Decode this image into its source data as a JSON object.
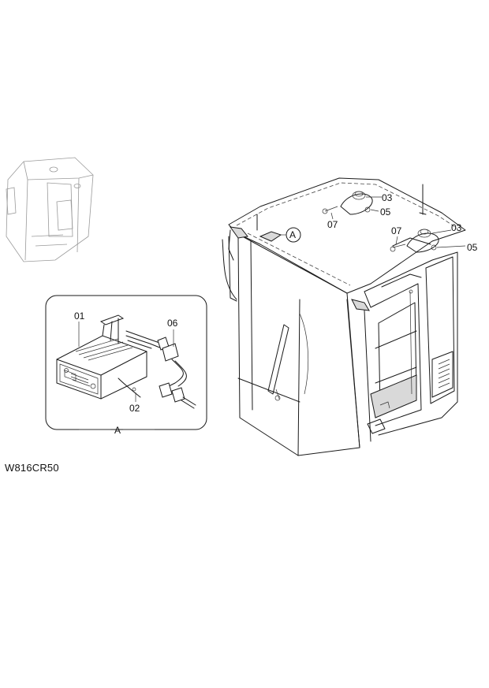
{
  "diagram": {
    "drawing_code": "W816CR50",
    "detail_view_label": "A",
    "callout_label": "A",
    "part_callouts": {
      "radio": "01",
      "screw": "02",
      "speaker_left": "03",
      "speaker_right": "03",
      "screw_left": "05",
      "screw_right": "05",
      "harness": "06",
      "wire_left": "07",
      "wire_right": "07"
    }
  }
}
